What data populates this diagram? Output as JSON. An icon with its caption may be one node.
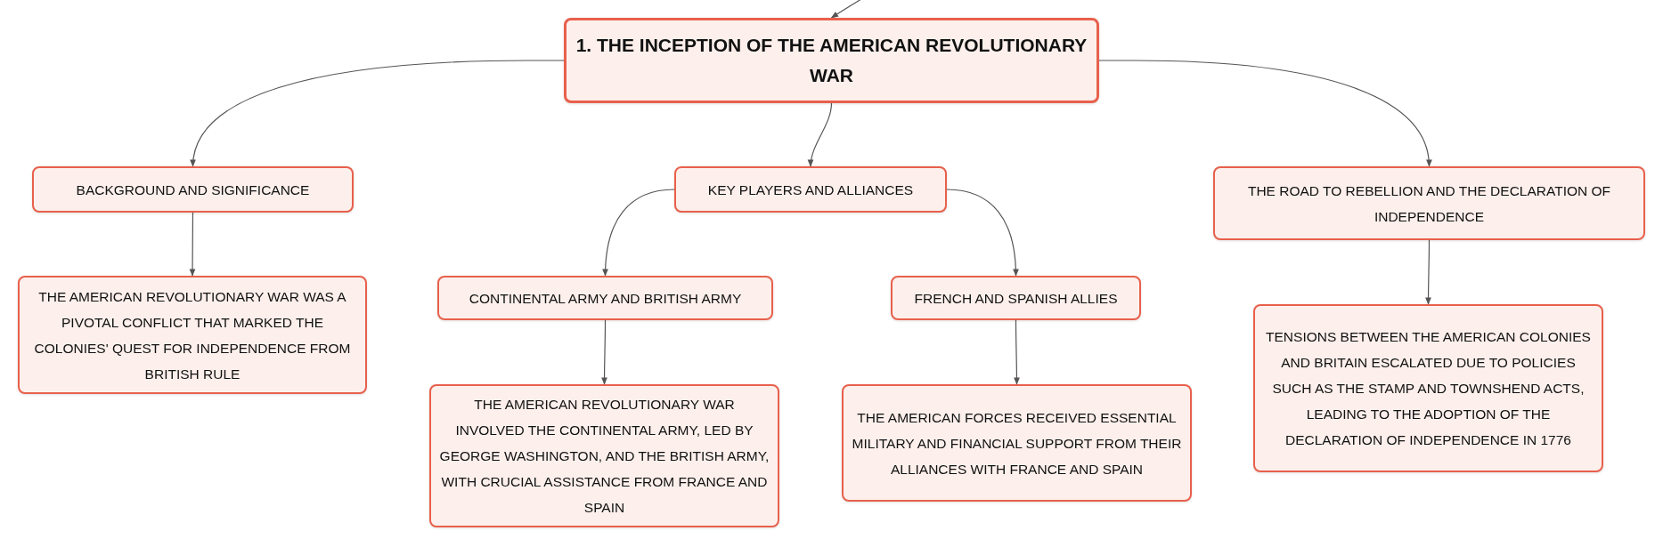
{
  "diagram": {
    "nodes": [
      {
        "text": [
          "1. THE INCEPTION OF THE AMERICAN REVOLUTIONARY WAR"
        ]
      },
      {
        "text": [
          "BACKGROUND AND SIGNIFICANCE"
        ]
      },
      {
        "text": [
          "KEY PLAYERS AND ALLIANCES"
        ]
      },
      {
        "text": [
          "THE ROAD TO REBELLION AND THE DECLARATION OF INDEPENDENCE"
        ]
      },
      {
        "text": [
          "THE AMERICAN REVOLUTIONARY WAR WAS A PIVOTAL CONFLICT THAT MARKED THE COLONIES' QUEST FOR INDEPENDENCE FROM BRITISH RULE"
        ]
      },
      {
        "text": [
          "CONTINENTAL ARMY AND BRITISH ARMY"
        ]
      },
      {
        "text": [
          "FRENCH AND SPANISH ALLIES"
        ]
      },
      {
        "text": [
          "TENSIONS BETWEEN THE AMERICAN COLONIES AND BRITAIN ESCALATED DUE TO POLICIES SUCH AS THE STAMP AND TOWNSHEND ACTS, LEADING TO THE ADOPTION OF THE DECLARATION OF INDEPENDENCE IN 1776"
        ]
      },
      {
        "text": [
          "THE AMERICAN REVOLUTIONARY WAR INVOLVED THE CONTINENTAL ARMY, LED BY GEORGE WASHINGTON, AND THE BRITISH ARMY, WITH CRUCIAL ASSISTANCE FROM FRANCE AND SPAIN"
        ]
      },
      {
        "text": [
          "THE AMERICAN FORCES RECEIVED ESSENTIAL MILITARY AND FINANCIAL SUPPORT FROM THEIR ALLIANCES WITH FRANCE AND SPAIN"
        ]
      }
    ],
    "edges": [
      {
        "from": null,
        "to": 0,
        "arrow": "to"
      },
      {
        "from": 0,
        "to": 1,
        "arrow": "to"
      },
      {
        "from": 0,
        "to": 2,
        "arrow": "to"
      },
      {
        "from": 0,
        "to": 3,
        "arrow": "to"
      },
      {
        "from": 1,
        "to": 4,
        "arrow": "to"
      },
      {
        "from": 2,
        "to": 5,
        "arrow": "to"
      },
      {
        "from": 2,
        "to": 6,
        "arrow": "to"
      },
      {
        "from": 3,
        "to": 7,
        "arrow": "to"
      },
      {
        "from": 5,
        "to": 8,
        "arrow": "to"
      },
      {
        "from": 6,
        "to": 9,
        "arrow": "to"
      }
    ]
  }
}
